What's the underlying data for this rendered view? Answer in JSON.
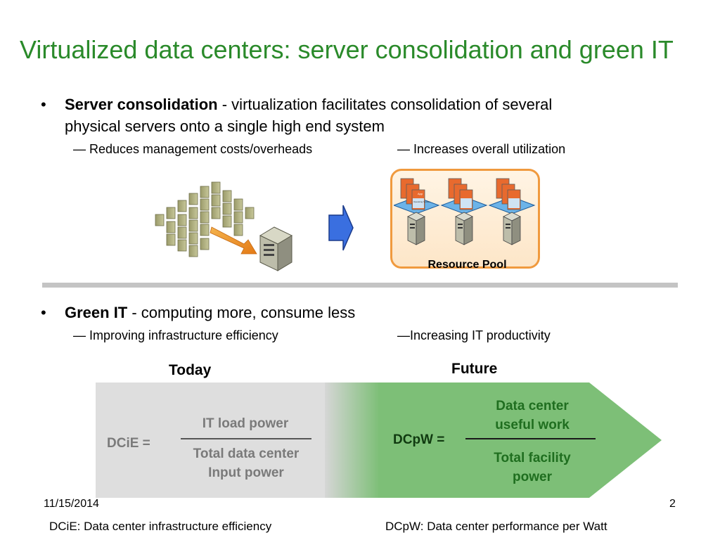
{
  "slide": {
    "title": "Virtualized data centers: server consolidation and green IT",
    "bullets": [
      {
        "dot": "•",
        "head": "Server consolidation",
        "text": " - virtualization facilitates consolidation of several",
        "text2": "physical servers onto a single high end system",
        "subs": [
          "— Reduces management costs/overheads",
          "— Increases overall utilization"
        ]
      },
      {
        "dot": "•",
        "head": "Green IT",
        "text": " - computing more, consume less",
        "subs": [
          "— Improving infrastructure efficiency",
          "—Increasing IT productivity"
        ]
      }
    ],
    "resource_pool_label": "Resource Pool",
    "vm_labels": {
      "app": "App",
      "os": "Operating System"
    },
    "today": {
      "label": "Today",
      "lhs": "DCiE =",
      "numerator": "IT load power",
      "denominator_1": "Total data center",
      "denominator_2": "Input power"
    },
    "future": {
      "label": "Future",
      "lhs": "DCpW =",
      "numerator_1": "Data center",
      "numerator_2": "useful work",
      "denominator_1": "Total facility",
      "denominator_2": "power"
    },
    "date": "11/15/2014",
    "page_number": "2",
    "definitions": [
      "DCiE: Data center infrastructure efficiency",
      "DCpW: Data center performance per Watt"
    ],
    "colors": {
      "title": "#2a8a2a",
      "today_box": "#dedede",
      "future_box": "#7dbf77",
      "pool_border": "#f09a3e",
      "arrow": "#3a6fe0",
      "divider": "#c4c4c4"
    },
    "icons": [
      "server-rack-icon",
      "server-tower-icon",
      "blue-arrow-icon",
      "virtual-machine-icon"
    ]
  }
}
